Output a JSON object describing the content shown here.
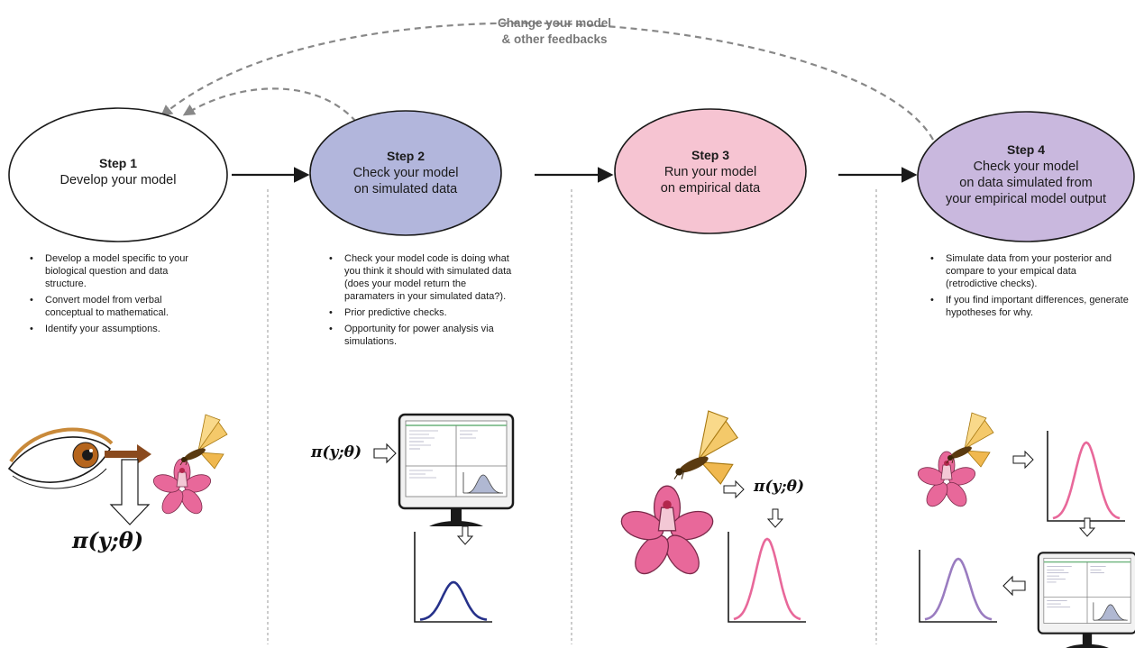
{
  "feedback_label": [
    "Change your model",
    "& other feedbacks"
  ],
  "steps": [
    {
      "title": "Step 1",
      "lines": [
        "Develop your model"
      ],
      "fill": "#ffffff"
    },
    {
      "title": "Step 2",
      "lines": [
        "Check your model",
        "on simulated data"
      ],
      "fill": "#b2b6dc"
    },
    {
      "title": "Step 3",
      "lines": [
        "Run your model",
        "on empirical data"
      ],
      "fill": "#f6c4d2"
    },
    {
      "title": "Step 4",
      "lines": [
        "Check your model",
        "on data simulated from",
        "your empirical model output"
      ],
      "fill": "#c9b8de"
    }
  ],
  "bullets": [
    [
      "Develop a model specific to your biological question and data structure.",
      "Convert model from verbal conceptual to mathematical.",
      "Identify your assumptions."
    ],
    [
      "Check your model code is doing what you think it should with simulated data (does your model return the paramaters in your simulated data?).",
      "Prior predictive checks.",
      "Opportunity for power analysis via simulations."
    ],
    [],
    [
      "Simulate data from your posterior and compare to your empical data (retrodictive checks).",
      "If you find important differences, generate hypotheses for why."
    ]
  ],
  "formula": "π(y;θ)",
  "colors": {
    "step2_curve": "#26318a",
    "step3_curve": "#e8689a",
    "step4_curve": "#9a7cc0",
    "arrow_feedback": "#888888",
    "flower": "#e8689a"
  },
  "icons": [
    "eye-icon",
    "flower-icon",
    "butterfly-icon",
    "computer-monitor-icon",
    "density-curve-icon"
  ]
}
